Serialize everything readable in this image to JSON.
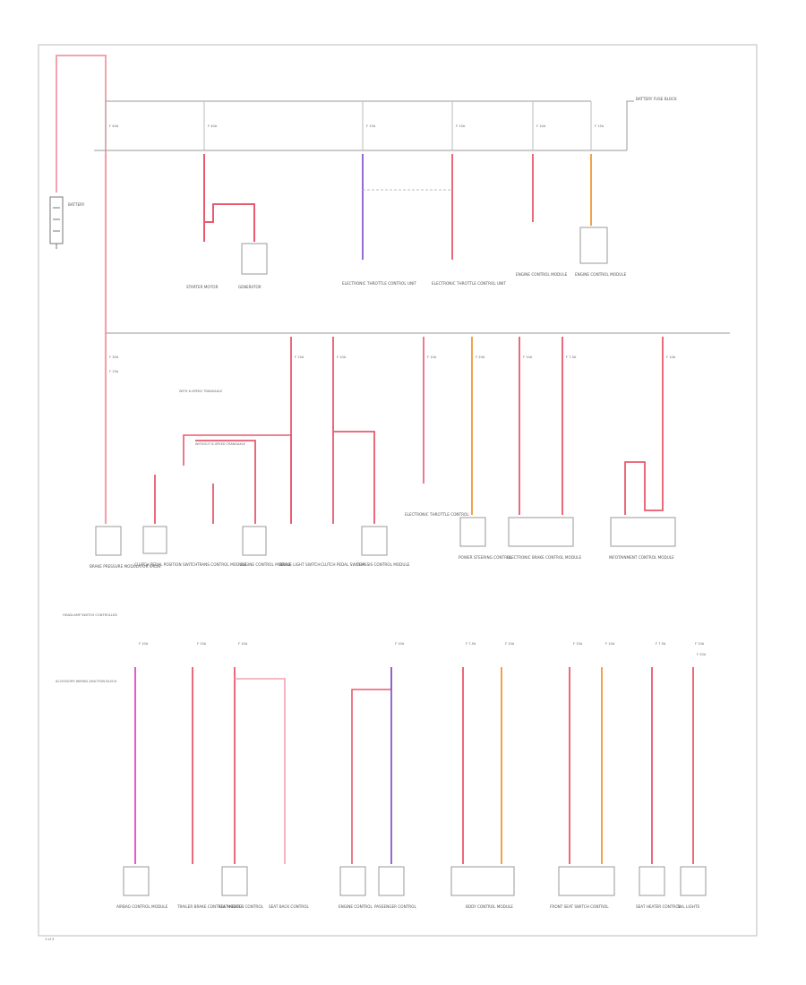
{
  "colors": {
    "frame": "#bdbdbd",
    "bus": "#9a9a9a",
    "wire_red": "#e85a6e",
    "wire_red_light": "#f2a3ae",
    "wire_pink": "#e45ec0",
    "wire_orange": "#f2a24a",
    "wire_violet": "#8a5ac8",
    "wire_gray": "#a0a0a0",
    "module": "#9a9a9a"
  },
  "top_section": {
    "fuse_block_label": "BATTERY FUSE BLOCK",
    "battery_label": "BATTERY",
    "fuses": [
      "F 40A",
      "F 40A",
      "F 15A",
      "F 15A",
      "F 10A",
      "F 15A"
    ],
    "components": [
      "STARTER MOTOR",
      "GENERATOR",
      "ELECTRONIC THROTTLE CONTROL UNIT",
      "ELECTRONIC THROTTLE CONTROL UNIT",
      "ENGINE CONTROL MODULE",
      "ENGINE CONTROL MODULE"
    ]
  },
  "middle_section": {
    "header_notes": [
      "WITH 6-SPEED TRANSAXLE",
      "WITHOUT 6-SPEED TRANSAXLE"
    ],
    "fuses": [
      "F 30A",
      "F 15A",
      "F 10A",
      "F 10A",
      "F 20A",
      "F 10A",
      "F 7.5A",
      "F 10A",
      "F 15A"
    ],
    "components": [
      "BRAKE PRESSURE MODULATOR VALVE",
      "CLUTCH PEDAL POSITION SWITCH",
      "TRANS CONTROL MODULE",
      "ENGINE CONTROL MODULE",
      "BRAKE LIGHT SWITCH",
      "CLUTCH PEDAL SWITCH",
      "CHASSIS CONTROL MODULE",
      "ELECTRONIC THROTTLE CONTROL",
      "POWER STEERING CONTROL",
      "ELECTRONIC BRAKE CONTROL MODULE",
      "INFOTAINMENT CONTROL MODULE"
    ]
  },
  "bottom_section": {
    "notes": [
      "HEADLAMP SWITCH CONTROLLED",
      "ACCESSORY WIRING JUNCTION BLOCK"
    ],
    "fuses": [
      "F 10A",
      "F 15A",
      "F 10A",
      "F 10A",
      "F 7.5A",
      "F 10A",
      "F 15A",
      "F 10A",
      "F 7.5A",
      "F 10A",
      "F 20A"
    ],
    "components": [
      "AIRBAG CONTROL MODULE",
      "TRAILER BRAKE CONTROL MODULE",
      "SEAT HEATER CONTROL",
      "SEAT BACK CONTROL",
      "ENGINE CONTROL",
      "PASSENGER CONTROL",
      "BODY CONTROL MODULE",
      "FRONT SEAT SWITCH CONTROL",
      "SEAT HEATER CONTROL",
      "TAIL LIGHTS"
    ]
  },
  "page_ref": "1 of 3"
}
